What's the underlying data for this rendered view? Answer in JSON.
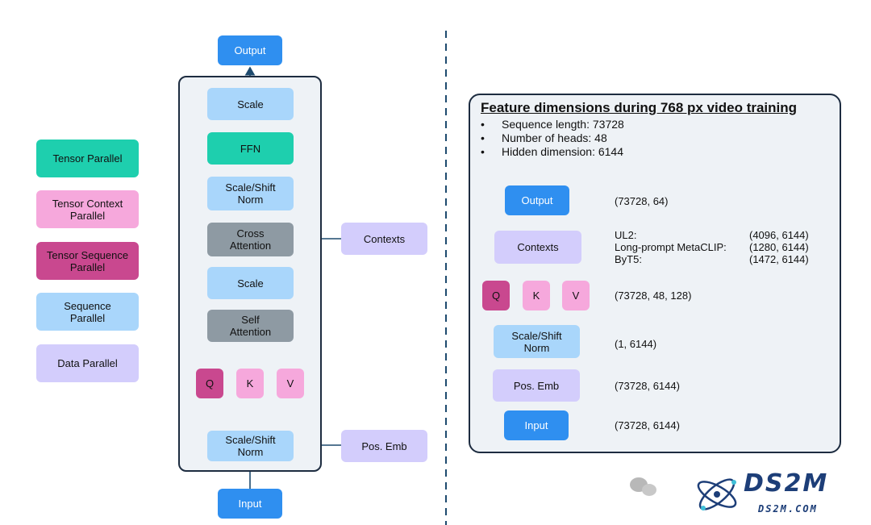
{
  "legend": {
    "tensor_parallel": "Tensor Parallel",
    "tensor_context_parallel": "Tensor Context\nParallel",
    "tensor_sequence_parallel": "Tensor Sequence\nParallel",
    "sequence_parallel": "Sequence\nParallel",
    "data_parallel": "Data Parallel"
  },
  "block": {
    "output": "Output",
    "scale_top": "Scale",
    "ffn": "FFN",
    "scale_shift_norm_top": "Scale/Shift\nNorm",
    "cross_attention": "Cross\nAttention",
    "contexts": "Contexts",
    "scale_mid": "Scale",
    "self_attention": "Self\nAttention",
    "q": "Q",
    "k": "K",
    "v": "V",
    "scale_shift_norm_bottom": "Scale/Shift\nNorm",
    "pos_emb": "Pos. Emb",
    "input": "Input"
  },
  "features": {
    "title": "Feature dimensions during 768 px video training",
    "bullets": [
      "Sequence length: 73728",
      "Number of heads: 48",
      "Hidden dimension: 6144"
    ],
    "rows": {
      "output_label": "Output",
      "output_dim": "(73728, 64)",
      "contexts_label": "Contexts",
      "ctx_names": [
        "UL2:",
        "Long-prompt MetaCLIP:",
        "ByT5:"
      ],
      "ctx_dims": [
        "(4096, 6144)",
        "(1280, 6144)",
        "(1472, 6144)"
      ],
      "q": "Q",
      "k": "K",
      "v": "V",
      "qkv_dim": "(73728, 48, 128)",
      "norm_label": "Scale/Shift\nNorm",
      "norm_dim": "(1, 6144)",
      "posemb_label": "Pos. Emb",
      "posemb_dim": "(73728, 6144)",
      "input_label": "Input",
      "input_dim": "(73728, 6144)"
    }
  },
  "watermark": {
    "text": "DS2M",
    "url": "DS2M.COM"
  },
  "colors": {
    "output_blue": "#2f8ff0",
    "sequence_parallel": "#a9d6fb",
    "tensor_parallel": "#1ecfae",
    "tensor_context_parallel": "#f6a8dc",
    "tensor_sequence_parallel": "#c9488f",
    "data_parallel": "#d3cdfc",
    "attention_gray": "#8e9aa3",
    "arrow": "#1d4a6e"
  }
}
